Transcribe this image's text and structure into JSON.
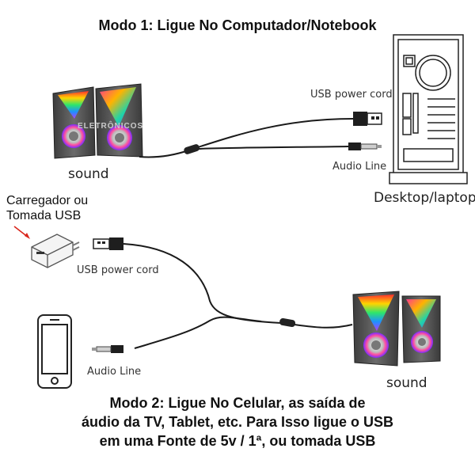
{
  "mode1": {
    "title": "Modo 1: Ligue No Computador/Notebook",
    "speaker_label": "sound",
    "usb_label": "USB power cord",
    "audio_label": "Audio Line",
    "desktop_label": "Desktop/laptop"
  },
  "charger": {
    "line1": "Carregador ou",
    "line2": "Tomada USB"
  },
  "mode2": {
    "usb_label": "USB power cord",
    "audio_label": "Audio Line",
    "speaker_label": "sound",
    "title_line1": "Modo 2: Ligue No Celular, as saída de",
    "title_line2": "áudio da TV, Tablet, etc. Para Isso ligue o USB",
    "title_line3": "em uma Fonte de 5v / 1ª, ou tomada USB"
  },
  "watermark": "ELETRÔNICOS",
  "colors": {
    "speaker_body": "#5a5a5a",
    "cable": "#1a1a1a",
    "arrow": "#d9261c"
  }
}
